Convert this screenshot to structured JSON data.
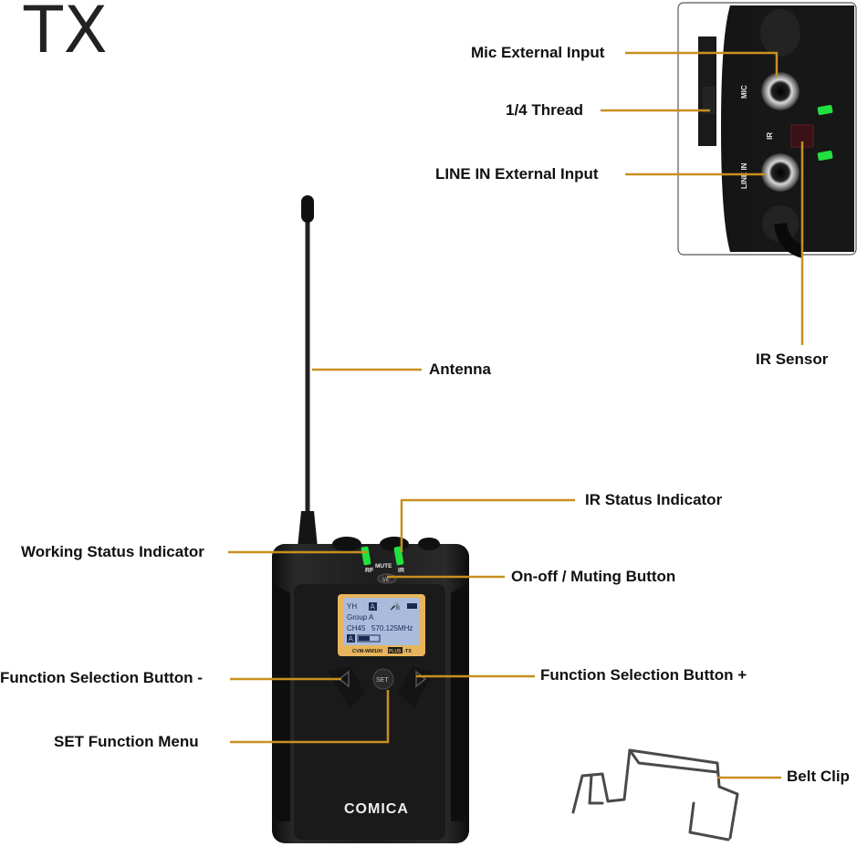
{
  "title": "TX",
  "device": {
    "brand": "COMICA",
    "model_prefix": "CVM-WM100",
    "model_badge": "PLUS",
    "model_suffix": "-TX",
    "top_labels": {
      "rf": "RF",
      "mute": "MUTE",
      "ir": "IR"
    },
    "lcd": {
      "row1_signal": "YH",
      "row1_badge": "A",
      "row1_mic": "B",
      "group": "Group A",
      "channel": "CH45",
      "frequency": "570.125MHz",
      "row4_badge": "A"
    },
    "set_label": "SET",
    "inset_labels": {
      "mic": "MIC",
      "ir": "IR",
      "line_in": "LINE IN"
    }
  },
  "callouts": {
    "mic_external_input": "Mic External Input",
    "quarter_thread": "1/4 Thread",
    "line_in_external_input": "LINE IN External Input",
    "ir_sensor": "IR Sensor",
    "antenna": "Antenna",
    "ir_status_indicator": "IR Status Indicator",
    "working_status_indicator": "Working Status Indicator",
    "on_off_muting_button": "On-off / Muting Button",
    "function_selection_minus": "Function Selection Button -",
    "function_selection_plus": "Function Selection Button +",
    "set_function_menu": "SET Function Menu",
    "belt_clip": "Belt Clip"
  },
  "colors": {
    "leader": "#c8901f",
    "led_green": "#22e040",
    "body": "#1b1b1b",
    "lcd": "#e8b45c",
    "lcd_screen": "#9fb4d6"
  }
}
